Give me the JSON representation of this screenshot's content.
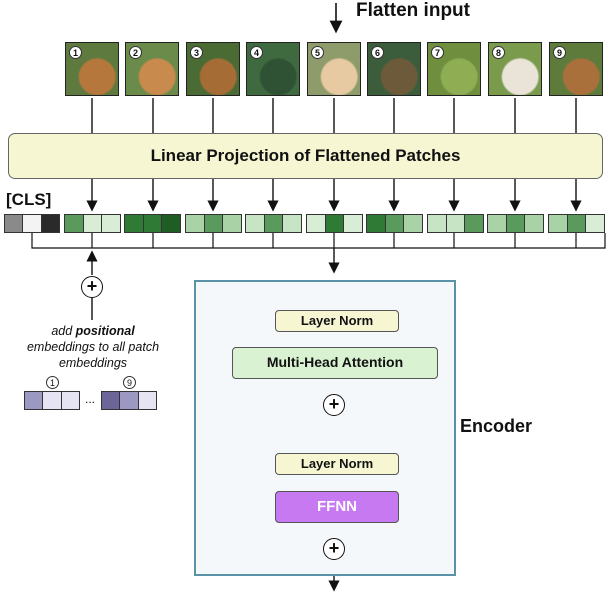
{
  "title": "Flatten input",
  "patches": [
    {
      "num": "1",
      "bg": "#5f7a3e",
      "fg": "#b5773c"
    },
    {
      "num": "2",
      "bg": "#6b8b4a",
      "fg": "#c98a4d"
    },
    {
      "num": "3",
      "bg": "#4b6b34",
      "fg": "#a66c36"
    },
    {
      "num": "4",
      "bg": "#3f6a40",
      "fg": "#2f5235"
    },
    {
      "num": "5",
      "bg": "#8d9c6a",
      "fg": "#e7c9a2"
    },
    {
      "num": "6",
      "bg": "#3c5d3b",
      "fg": "#6d5a3a"
    },
    {
      "num": "7",
      "bg": "#6f8f3f",
      "fg": "#8fae54"
    },
    {
      "num": "8",
      "bg": "#7a9a4c",
      "fg": "#e9e3d8"
    },
    {
      "num": "9",
      "bg": "#5e7b3b",
      "fg": "#a9703c"
    }
  ],
  "projection_label": "Linear Projection of Flattened Patches",
  "cls_label": "[CLS]",
  "cls_colors": [
    "#8a8a8a",
    "#f3f3f3",
    "#2a2a2a"
  ],
  "patch_embedding_colors": [
    [
      "#5b9a5d",
      "#d8ecd6",
      "#d8ecd6"
    ],
    [
      "#2f7a34",
      "#2f7a34",
      "#1f5d24"
    ],
    [
      "#a9d3a6",
      "#5b9a5d",
      "#a9d3a6"
    ],
    [
      "#c7e4c4",
      "#5b9a5d",
      "#c7e4c4"
    ],
    [
      "#d8ecd6",
      "#2f7a34",
      "#d8ecd6"
    ],
    [
      "#2f7a34",
      "#5b9a5d",
      "#a9d3a6"
    ],
    [
      "#c7e4c4",
      "#c7e4c4",
      "#5b9a5d"
    ],
    [
      "#a9d3a6",
      "#5b9a5d",
      "#a9d3a6"
    ],
    [
      "#a9d3a6",
      "#5b9a5d",
      "#d8ecd6"
    ]
  ],
  "positional": {
    "text_prefix": "add",
    "text_bold": "positional",
    "text_suffix": "embeddings to all patch embeddings",
    "first_num": "1",
    "last_num": "9",
    "ellipsis": "...",
    "colors_first": [
      "#9c98c4",
      "#e6e4f2",
      "#e6e4f2"
    ],
    "colors_last": [
      "#6c6698",
      "#9c98c4",
      "#e6e4f2"
    ]
  },
  "encoder": {
    "label": "Encoder",
    "layer_norm_1": "Layer Norm",
    "attention": "Multi-Head Attention",
    "layer_norm_2": "Layer Norm",
    "ffnn": "FFNN"
  },
  "plus_symbol": "+"
}
